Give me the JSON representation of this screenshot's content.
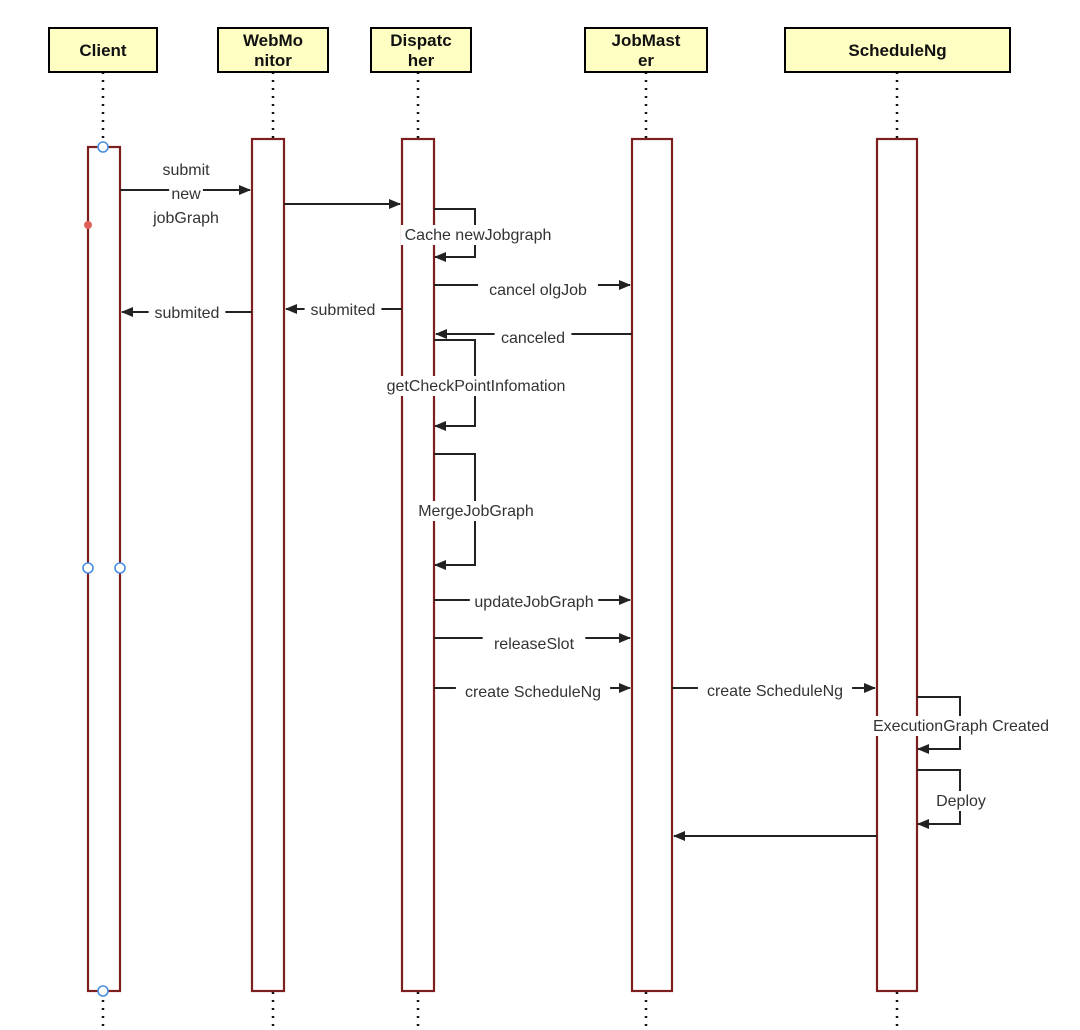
{
  "actors": [
    {
      "id": "client",
      "label_lines": [
        "Client"
      ]
    },
    {
      "id": "webmonitor",
      "label_lines": [
        "WebMo",
        "nitor"
      ]
    },
    {
      "id": "dispatcher",
      "label_lines": [
        "Dispatc",
        "her"
      ]
    },
    {
      "id": "jobmaster",
      "label_lines": [
        "JobMast",
        "er"
      ]
    },
    {
      "id": "scheduleng",
      "label_lines": [
        "ScheduleNg"
      ]
    }
  ],
  "messages": [
    {
      "id": "submit-new-jobgraph",
      "label_lines": [
        "submit",
        "new",
        "jobGraph"
      ],
      "from": "client",
      "to": "webmonitor"
    },
    {
      "id": "forward-jobgraph",
      "label_lines": [],
      "from": "webmonitor",
      "to": "dispatcher"
    },
    {
      "id": "cache-newjobgraph",
      "label_lines": [
        "Cache newJobgraph"
      ],
      "from": "dispatcher",
      "to": "dispatcher"
    },
    {
      "id": "cancel-olgjob",
      "label_lines": [
        "cancel olgJob"
      ],
      "from": "dispatcher",
      "to": "jobmaster"
    },
    {
      "id": "submited-to-client",
      "label_lines": [
        "submited"
      ],
      "from": "webmonitor",
      "to": "client"
    },
    {
      "id": "submited-to-webmonitor",
      "label_lines": [
        "submited"
      ],
      "from": "dispatcher",
      "to": "webmonitor"
    },
    {
      "id": "canceled",
      "label_lines": [
        "canceled"
      ],
      "from": "jobmaster",
      "to": "dispatcher"
    },
    {
      "id": "get-checkpoint-infomation",
      "label_lines": [
        "getCheckPointInfomation"
      ],
      "from": "dispatcher",
      "to": "dispatcher"
    },
    {
      "id": "merge-jobgraph",
      "label_lines": [
        "MergeJobGraph"
      ],
      "from": "dispatcher",
      "to": "dispatcher"
    },
    {
      "id": "update-jobgraph",
      "label_lines": [
        "updateJobGraph"
      ],
      "from": "dispatcher",
      "to": "jobmaster"
    },
    {
      "id": "release-slot",
      "label_lines": [
        "releaseSlot"
      ],
      "from": "dispatcher",
      "to": "jobmaster"
    },
    {
      "id": "create-scheduleng-dispatcher",
      "label_lines": [
        "create ScheduleNg"
      ],
      "from": "dispatcher",
      "to": "jobmaster"
    },
    {
      "id": "create-scheduleng-jobmaster",
      "label_lines": [
        "create ScheduleNg"
      ],
      "from": "jobmaster",
      "to": "scheduleng"
    },
    {
      "id": "executiongraph-created",
      "label_lines": [
        "ExecutionGraph Created"
      ],
      "from": "scheduleng",
      "to": "scheduleng"
    },
    {
      "id": "deploy",
      "label_lines": [
        "Deploy"
      ],
      "from": "scheduleng",
      "to": "scheduleng"
    },
    {
      "id": "return-to-jobmaster",
      "label_lines": [],
      "from": "scheduleng",
      "to": "jobmaster"
    }
  ]
}
